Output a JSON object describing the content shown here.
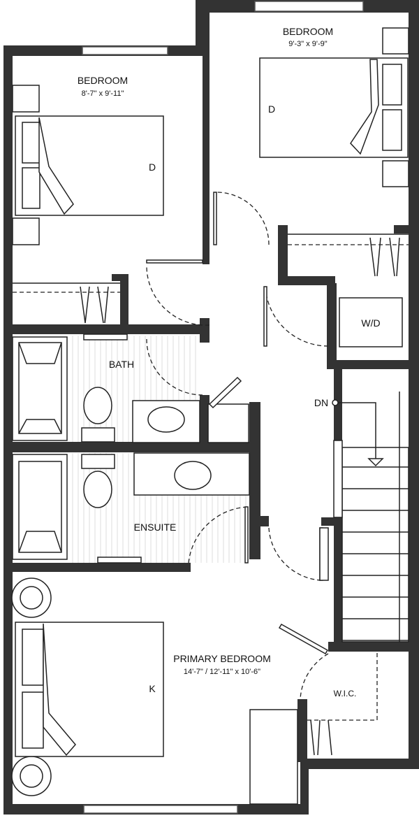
{
  "rooms": {
    "bedroom_1": {
      "name": "BEDROOM",
      "dims": "8'-7\" x 9'-11\"",
      "bed": "D"
    },
    "bedroom_2": {
      "name": "BEDROOM",
      "dims": "9'-3\" x 9'-9\"",
      "bed": "D"
    },
    "bath": {
      "name": "BATH"
    },
    "ensuite": {
      "name": "ENSUITE"
    },
    "laundry": {
      "name": "W/D"
    },
    "stairs": {
      "name": "DN"
    },
    "primary": {
      "name": "PRIMARY BEDROOM",
      "dims": "14'-7\" / 12'-11\" x 10'-6\"",
      "bed": "K"
    },
    "wic": {
      "name": "W.I.C."
    }
  },
  "colors": {
    "wall": "#333333",
    "background": "#ffffff"
  }
}
